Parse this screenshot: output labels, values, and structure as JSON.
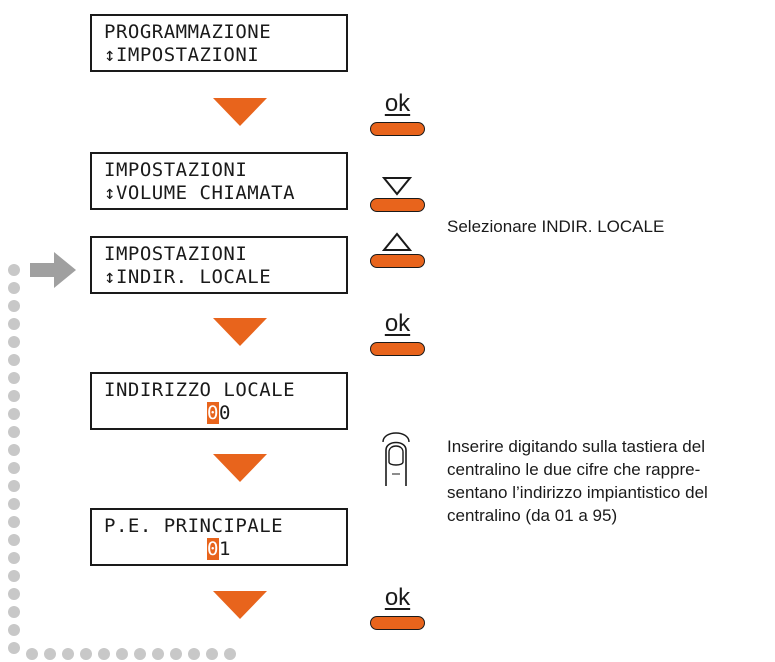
{
  "screens": [
    {
      "line1": "PROGRAMMAZIONE",
      "line2": "↕IMPOSTAZIONI"
    },
    {
      "line1": "IMPOSTAZIONI",
      "line2": "↕VOLUME CHIAMATA"
    },
    {
      "line1": "IMPOSTAZIONI",
      "line2": "↕INDIR. LOCALE"
    },
    {
      "line1": "INDIRIZZO LOCALE",
      "line2_cursor": "0",
      "line2_rest": "0"
    },
    {
      "line1": "P.E. PRINCIPALE",
      "line2_cursor": "0",
      "line2_rest": "1"
    }
  ],
  "keys": {
    "ok": "ok"
  },
  "notes": {
    "select": "Selezionare INDIR. LOCALE",
    "enter": [
      "Inserire digitando sulla tastiera del",
      "centralino le due cifre che rappre-",
      "sentano l’indirizzo impiantistico del",
      "centralino (da 01 a 95)"
    ]
  },
  "colors": {
    "accent": "#e8641c",
    "dots": "#c8c8c8",
    "arrow": "#a0a0a0"
  }
}
